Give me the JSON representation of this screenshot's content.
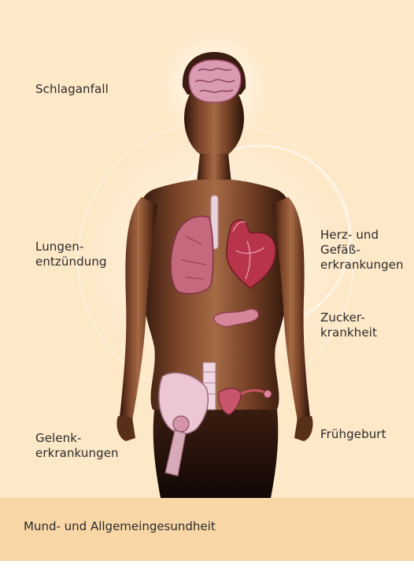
{
  "labels": {
    "stroke": "Schlaganfall",
    "pneumonia_1": "Lungen-",
    "pneumonia_2": "entzündung",
    "cardio_1": "Herz- und",
    "cardio_2": "Gefäß-",
    "cardio_3": "erkrankungen",
    "diabetes_1": "Zucker-",
    "diabetes_2": "krankheit",
    "joint_1": "Gelenk-",
    "joint_2": "erkrankungen",
    "preterm": "Frühgeburt"
  },
  "footer": {
    "text": "Mund- und Allgemeingesundheit"
  },
  "colors": {
    "background": "#fde8c8",
    "footer": "#f8d6a6",
    "skin": "#6a3a22",
    "organ": "#c9556a",
    "halo": "#fff6e6"
  }
}
